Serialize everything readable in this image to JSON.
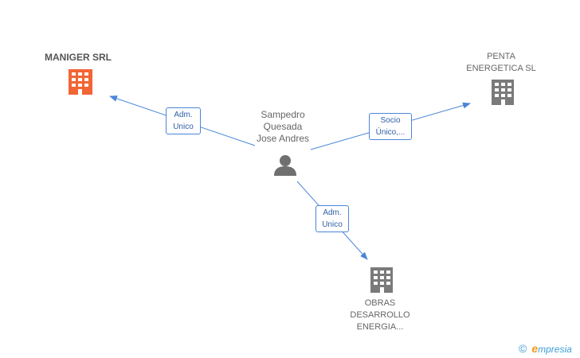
{
  "colors": {
    "edge": "#4a86d8",
    "main_company": "#f26534",
    "company": "#7a7a7a",
    "person": "#6f6f6f"
  },
  "person": {
    "name_lines": [
      "Sampedro",
      "Quesada",
      "Jose Andres"
    ],
    "icon": "person-icon"
  },
  "companies": [
    {
      "id": "maniger",
      "name_lines": [
        "MANIGER SRL"
      ],
      "icon": "building-icon",
      "highlight": true
    },
    {
      "id": "penta",
      "name_lines": [
        "PENTA",
        "ENERGETICA SL"
      ],
      "icon": "building-icon",
      "highlight": false
    },
    {
      "id": "obras",
      "name_lines": [
        "OBRAS",
        "DESARROLLO",
        "ENERGIA..."
      ],
      "icon": "building-icon",
      "highlight": false
    }
  ],
  "relations": [
    {
      "to": "maniger",
      "label_lines": [
        "Adm.",
        "Unico"
      ]
    },
    {
      "to": "penta",
      "label_lines": [
        "Socio",
        "Único,..."
      ]
    },
    {
      "to": "obras",
      "label_lines": [
        "Adm.",
        "Unico"
      ]
    }
  ],
  "credit": {
    "copyright_symbol": "©",
    "brand_initial": "e",
    "brand_rest": "mpresia"
  }
}
